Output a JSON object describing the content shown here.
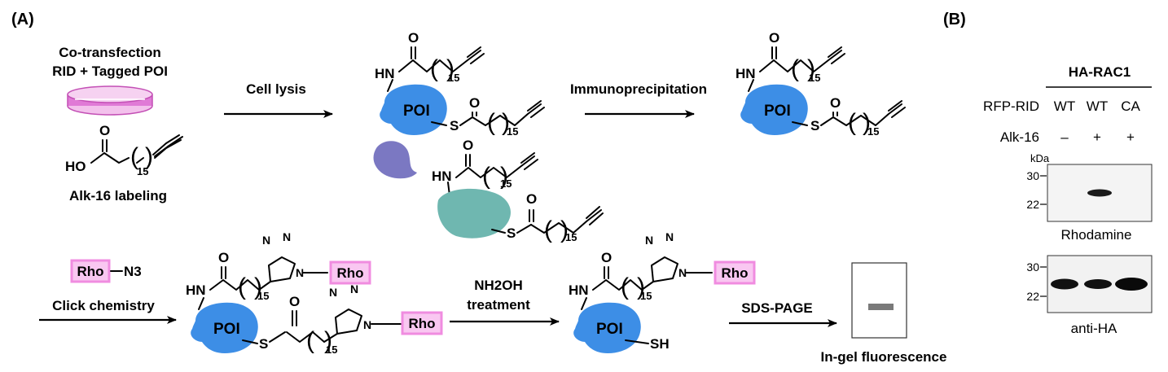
{
  "panel_a": {
    "label": "(A)",
    "cotransfection_line1": "Co-transfection",
    "cotransfection_line2": "RID + Tagged POI",
    "alk16_labeling": "Alk-16 labeling",
    "cell_lysis": "Cell lysis",
    "immunoprecipitation": "Immunoprecipitation",
    "click_chemistry": "Click chemistry",
    "treatment_line1": "NH2OH",
    "treatment_line2": "treatment",
    "sds_page": "SDS-PAGE",
    "in_gel": "In-gel fluorescence",
    "poi": "POI",
    "rho": "Rho",
    "n3": "N3",
    "subscript": "15",
    "atoms": {
      "O": "O",
      "HO": "HO",
      "HN": "HN",
      "S": "S",
      "SH": "SH",
      "N": "N"
    }
  },
  "panel_b": {
    "label": "(B)",
    "protein": "HA-RAC1",
    "row_rid": "RFP-RID",
    "rid_values": [
      "WT",
      "WT",
      "CA"
    ],
    "row_alk": "Alk-16",
    "alk_values": [
      "–",
      "+",
      "+"
    ],
    "kda": "kDa",
    "rhodamine_markers": [
      "30",
      "22"
    ],
    "rhodamine": "Rhodamine",
    "antiha_markers": [
      "30",
      "22"
    ],
    "anti_ha": "anti-HA"
  },
  "colors": {
    "poi_blue": "#3d8ee6",
    "purple": "#7b78c2",
    "teal": "#6fb7b0",
    "rho_pink": "#f08ce0",
    "dish_pink": "#e07ad6"
  }
}
